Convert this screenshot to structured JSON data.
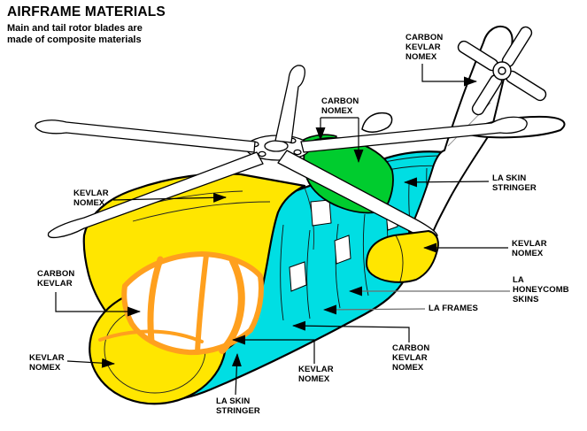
{
  "header": {
    "title": "AIRFRAME MATERIALS",
    "subtitle": "Main and tail rotor blades are\nmade of composite materials"
  },
  "labels": {
    "carbon_kevlar_nomex_tail": "CARBON\nKEVLAR\nNOMEX",
    "carbon_nomex": "CARBON\nNOMEX",
    "kevlar_nomex_roof": "KEVLAR\nNOMEX",
    "carbon_kevlar": "CARBON\nKEVLAR",
    "kevlar_nomex_nose": "KEVLAR\nNOMEX",
    "la_skin_stringer_tail": "LA SKIN\nSTRINGER",
    "kevlar_nomex_sponson": "KEVLAR\nNOMEX",
    "la_honeycomb_skins": "LA\nHONEYCOMB\nSKINS",
    "la_frames": "LA FRAMES",
    "carbon_kevlar_nomex_rear": "CARBON\nKEVLAR\nNOMEX",
    "kevlar_nomex_belly": "KEVLAR\nNOMEX",
    "la_skin_stringer_belly": "LA SKIN\nSTRINGER"
  },
  "colors": {
    "kevlar_nomex": "#FFE600",
    "la_structure": "#00DEE3",
    "carbon_nomex": "#00CC2E",
    "carbon_kevlar": "#FFA01E",
    "outline": "#000000",
    "leader_gray": "#6e6e6e"
  }
}
